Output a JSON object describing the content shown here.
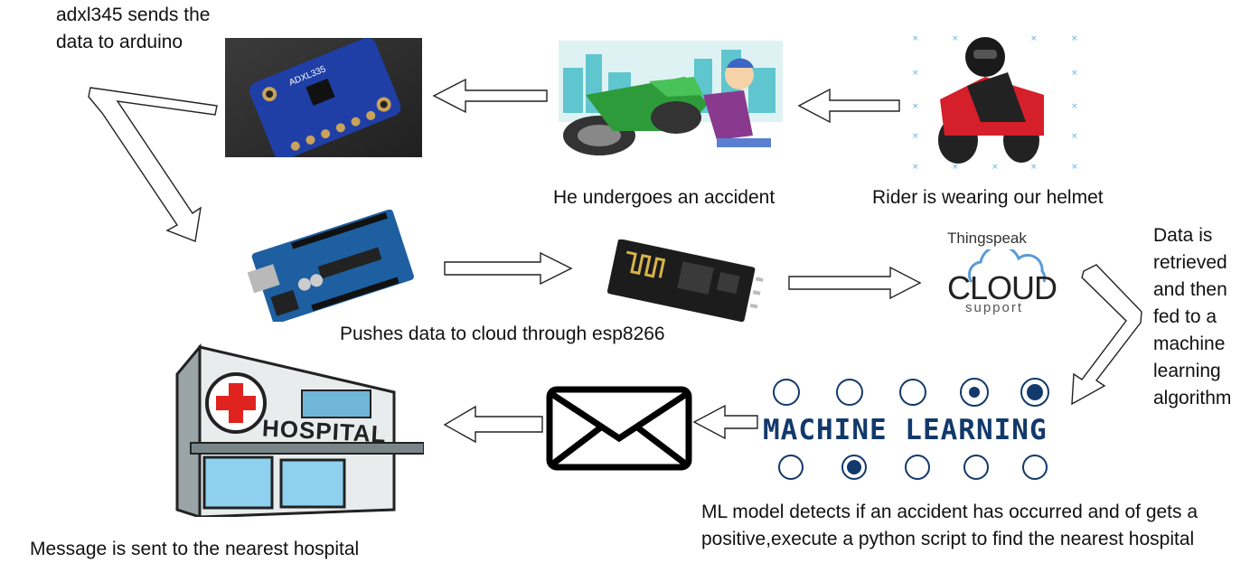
{
  "labels": {
    "adxl_caption": [
      "adxl345 sends the",
      "data to arduino"
    ],
    "accident_caption": "He undergoes an accident",
    "helmet_caption": "Rider is wearing our helmet",
    "push_caption": "Pushes data to cloud through esp8266",
    "retrieve_caption": [
      "Data is",
      "retrieved",
      "and then",
      "fed to a",
      "machine",
      "learning",
      "algorithm"
    ],
    "ml_caption": [
      "ML model detects if an accident has occurred and of gets a",
      "positive,execute a python script to find the nearest hospital"
    ],
    "hospital_caption": "Message is sent to the nearest hospital"
  },
  "images": {
    "adxl_board_text": "ADXL335",
    "cloud_top": "Thingspeak",
    "cloud_main": "CLOUD",
    "cloud_bottom": "support",
    "ml_title": "MACHINE LEARNING",
    "hospital_sign": "HOSPITAL"
  },
  "colors": {
    "board_blue": "#1f3fa6",
    "arduino_blue": "#1d5fa0",
    "bike_red": "#d51f2a",
    "ml_navy": "#12396b",
    "hospital_red": "#e0231f"
  }
}
